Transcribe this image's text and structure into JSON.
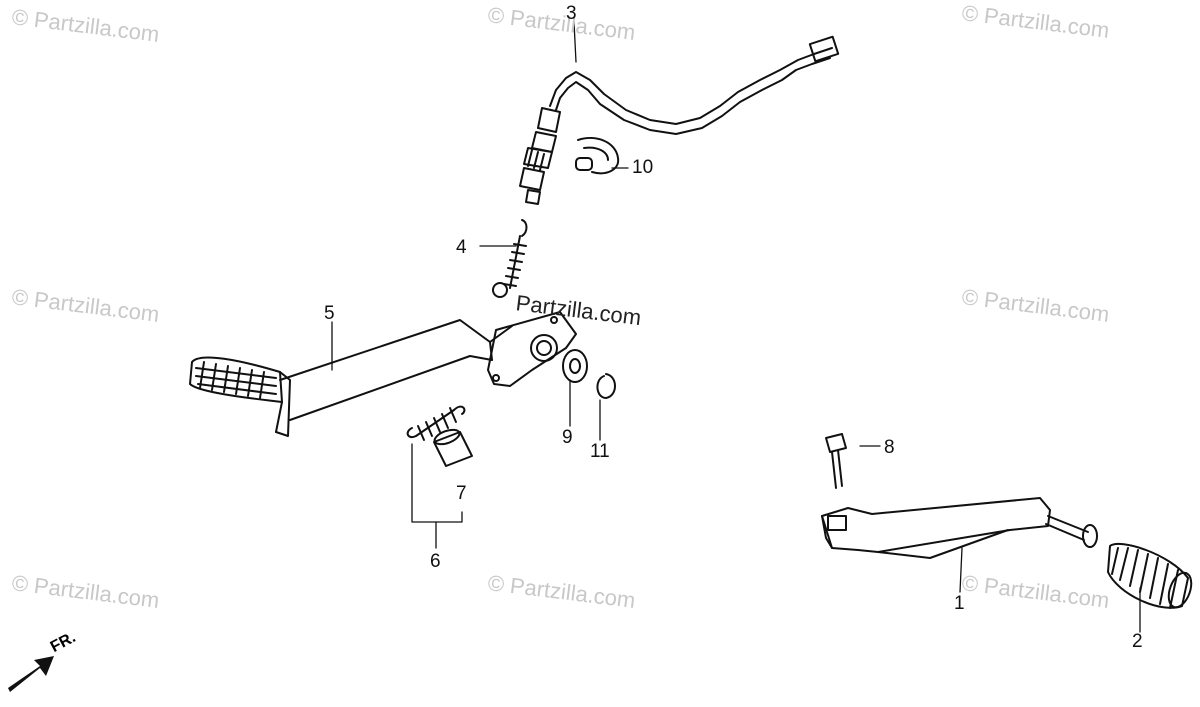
{
  "watermark": "© Partzilla.com",
  "center_watermark": "Partzilla.com",
  "front_marker": "FR.",
  "callouts": [
    "1",
    "2",
    "3",
    "4",
    "5",
    "6",
    "7",
    "8",
    "9",
    "10",
    "11"
  ]
}
